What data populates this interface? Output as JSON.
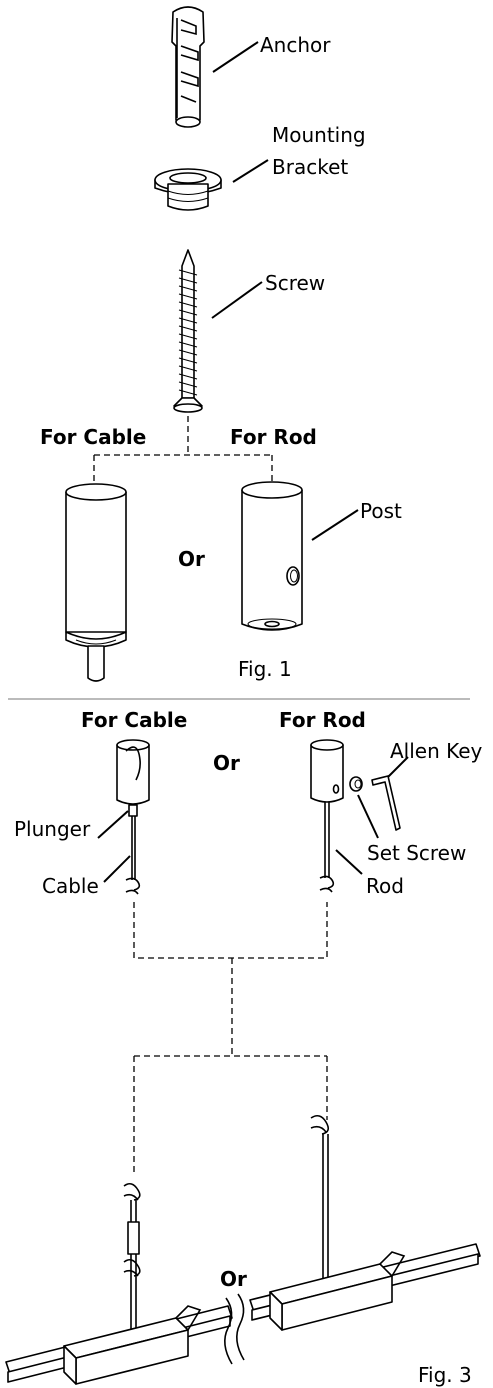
{
  "figure1": {
    "labels": {
      "anchor": "Anchor",
      "mounting": "Mounting",
      "bracket": "Bracket",
      "screw": "Screw",
      "for_cable": "For Cable",
      "for_rod": "For Rod",
      "post": "Post",
      "or": "Or",
      "caption": "Fig. 1"
    }
  },
  "figure3": {
    "labels": {
      "for_cable": "For Cable",
      "for_rod": "For Rod",
      "or_top": "Or",
      "allen_key": "Allen Key",
      "plunger": "Plunger",
      "set_screw": "Set Screw",
      "cable": "Cable",
      "rod": "Rod",
      "or_bottom": "Or",
      "caption": "Fig. 3"
    }
  }
}
